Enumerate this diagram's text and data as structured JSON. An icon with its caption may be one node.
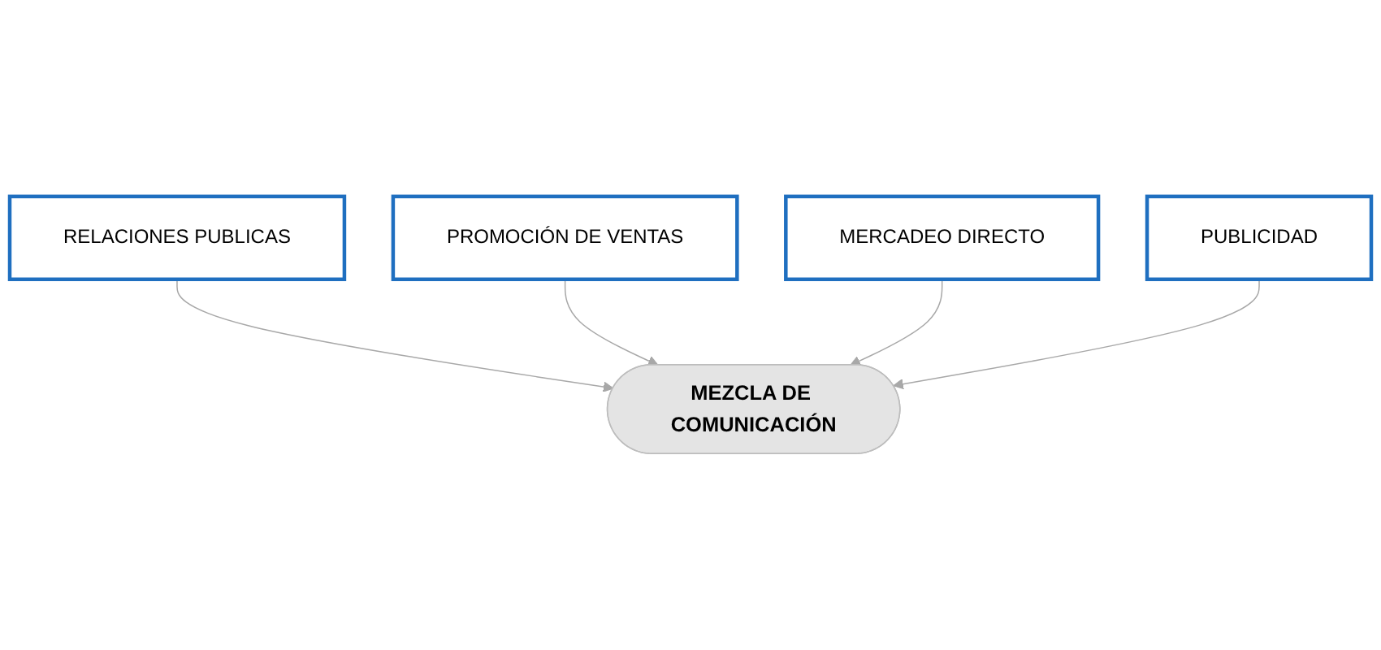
{
  "diagram": {
    "nodes": [
      {
        "text": [
          "RELACIONES PUBLICAS"
        ]
      },
      {
        "text": [
          "PROMOCIÓN DE VENTAS"
        ]
      },
      {
        "text": [
          "MERCADEO DIRECTO"
        ]
      },
      {
        "text": [
          "PUBLICIDAD"
        ]
      },
      {
        "text": [
          "MEZCLA DE COMUNICACIÓN"
        ]
      }
    ],
    "edges": [
      {
        "from": 0,
        "to": 4,
        "arrow": "to"
      },
      {
        "from": 1,
        "to": 4,
        "arrow": "to"
      },
      {
        "from": 2,
        "to": 4,
        "arrow": "to"
      },
      {
        "from": 3,
        "to": 4,
        "arrow": "to"
      }
    ]
  }
}
